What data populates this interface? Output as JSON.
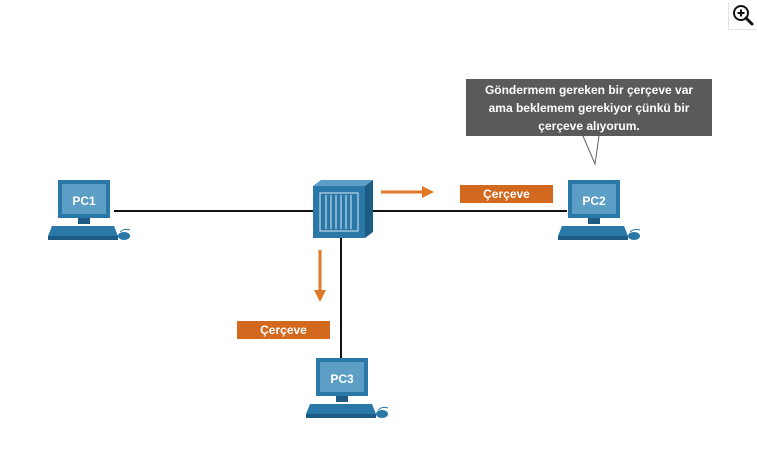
{
  "devices": {
    "pc1": "PC1",
    "pc2": "PC2",
    "pc3": "PC3"
  },
  "frames": {
    "frame_right": "Çerçeve",
    "frame_down": "Çerçeve"
  },
  "callout": {
    "lines": [
      "Göndermem gereken bir çerçeve var",
      "ama beklemem gerekiyor çünkü bir",
      "çerçeve alıyorum."
    ]
  },
  "colors": {
    "device_blue": "#2a78a8",
    "device_dark": "#1d5c85",
    "arrow_orange": "#e07a2a",
    "frame_orange": "#d2691e",
    "callout_gray": "#5a5a5a"
  },
  "icons": {
    "zoom": "zoom-in-icon"
  }
}
